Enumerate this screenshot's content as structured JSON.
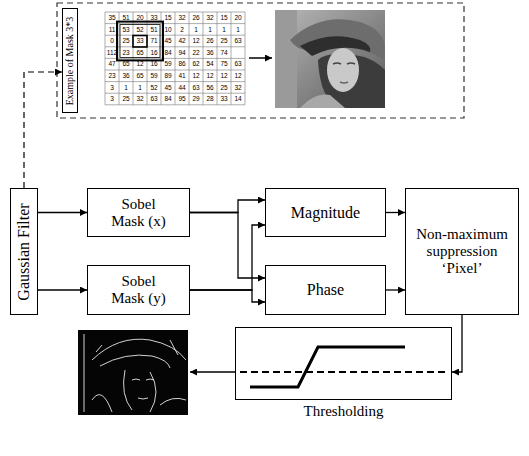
{
  "diagram": {
    "nodes": [
      {
        "text": [
          "Example of Mask 3*3"
        ]
      },
      {
        "text": [
          "Gaussian Filter"
        ]
      },
      {
        "text": [
          "Sobel Mask (x)"
        ]
      },
      {
        "text": [
          "Sobel Mask (y)"
        ]
      },
      {
        "text": [
          "Magnitude"
        ]
      },
      {
        "text": [
          "Phase"
        ]
      },
      {
        "text": [
          "Non-maximum suppression ‘Pixel’"
        ]
      },
      {
        "text": [
          "Thresholding"
        ]
      }
    ],
    "edges": [
      {
        "from": 1,
        "to": 0,
        "arrow": "to"
      },
      {
        "from": 1,
        "to": 2,
        "arrow": "to"
      },
      {
        "from": 1,
        "to": 3,
        "arrow": "to"
      },
      {
        "from": 2,
        "to": 4,
        "arrow": "to"
      },
      {
        "from": 2,
        "to": 5,
        "arrow": "to"
      },
      {
        "from": 3,
        "to": 4,
        "arrow": "to"
      },
      {
        "from": 3,
        "to": 5,
        "arrow": "to"
      },
      {
        "from": 4,
        "to": 6,
        "arrow": "to"
      },
      {
        "from": 5,
        "to": 6,
        "arrow": "to"
      },
      {
        "from": 6,
        "to": 7,
        "arrow": "to"
      }
    ],
    "labels": [
      "35",
      "51",
      "20",
      "33",
      "15",
      "32",
      "26",
      "32",
      "15",
      "20",
      "11",
      "53",
      "52",
      "51",
      "10",
      "2",
      "1",
      "1",
      "1",
      "1",
      "0",
      "25",
      "33",
      "71",
      "45",
      "42",
      "12",
      "26",
      "25",
      "63",
      "112",
      "23",
      "65",
      "16",
      "84",
      "94",
      "22",
      "36",
      "74",
      "47",
      "65",
      "12",
      "16",
      "59",
      "86",
      "62",
      "54",
      "75",
      "63",
      "23",
      "36",
      "65",
      "59",
      "89",
      "41",
      "12",
      "12",
      "12",
      "12",
      "3",
      "1",
      "1",
      "52",
      "45",
      "44",
      "63",
      "56",
      "25",
      "32",
      "3",
      "25",
      "32",
      "63",
      "84",
      "95",
      "29",
      "28",
      "33",
      "14"
    ]
  }
}
